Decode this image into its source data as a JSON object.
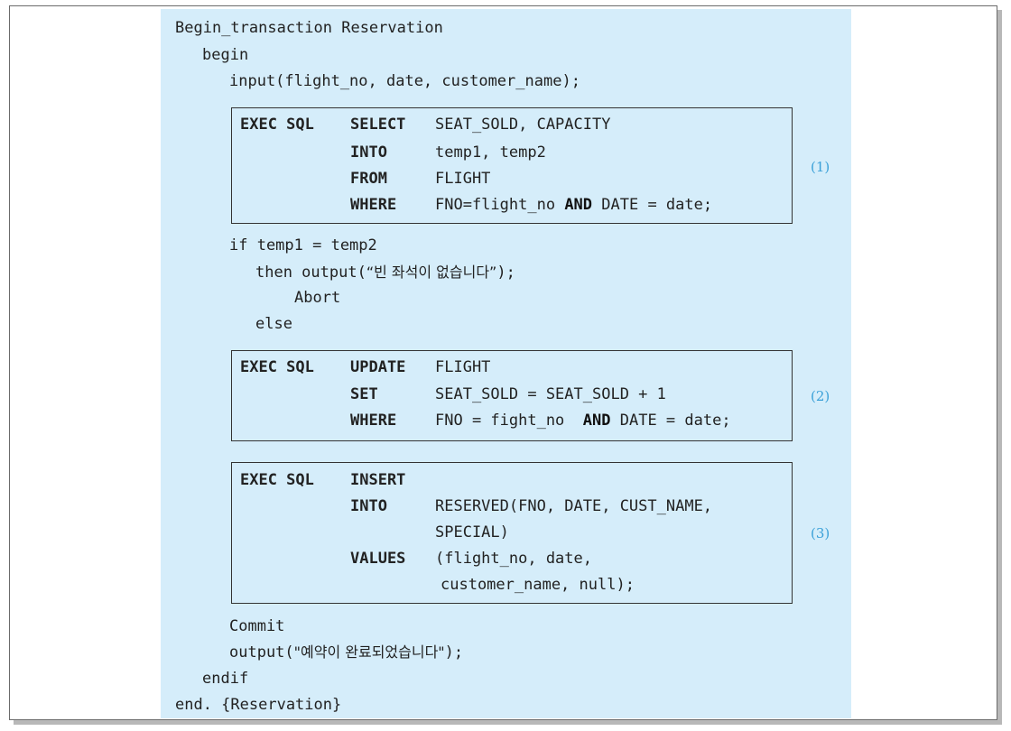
{
  "lines": {
    "begin_tx": "Begin_transaction Reservation",
    "begin": "begin",
    "input": "input(flight_no, date, customer_name);",
    "if": "if temp1 = temp2",
    "then_pre": "then output(",
    "then_msg": "“빈 좌석이 없습니다”",
    "then_post": ");",
    "abort": "Abort",
    "else": "else",
    "commit": "Commit",
    "out_pre": "output(",
    "out_msg": "\"예약이 완료되었습니다\"",
    "out_post": ");",
    "endif": "endif",
    "end": "end. {Reservation}"
  },
  "box1": {
    "exec": "EXEC SQL",
    "k1": "SELECT",
    "v1": "SEAT_SOLD, CAPACITY",
    "k2": "INTO",
    "v2": "temp1, temp2",
    "k3": "FROM",
    "v3": "FLIGHT",
    "k4": "WHERE",
    "v4a": "FNO=flight_no",
    "v4and": "AND",
    "v4b": "DATE = date;",
    "ref": "(1)"
  },
  "box2": {
    "exec": "EXEC SQL",
    "k1": "UPDATE",
    "v1": "FLIGHT",
    "k2": "SET",
    "v2": "SEAT_SOLD = SEAT_SOLD + 1",
    "k3": "WHERE",
    "v3a": "FNO = fight_no",
    "v3and": "AND",
    "v3b": "DATE = date;",
    "ref": "(2)"
  },
  "box3": {
    "exec": "EXEC SQL",
    "k1": "INSERT",
    "k2": "INTO",
    "v2": "RESERVED(FNO, DATE, CUST_NAME,",
    "v2b": "SPECIAL)",
    "k3": "VALUES",
    "v3": "(flight_no, date,",
    "v3b": "customer_name, null);",
    "ref": "(3)"
  }
}
